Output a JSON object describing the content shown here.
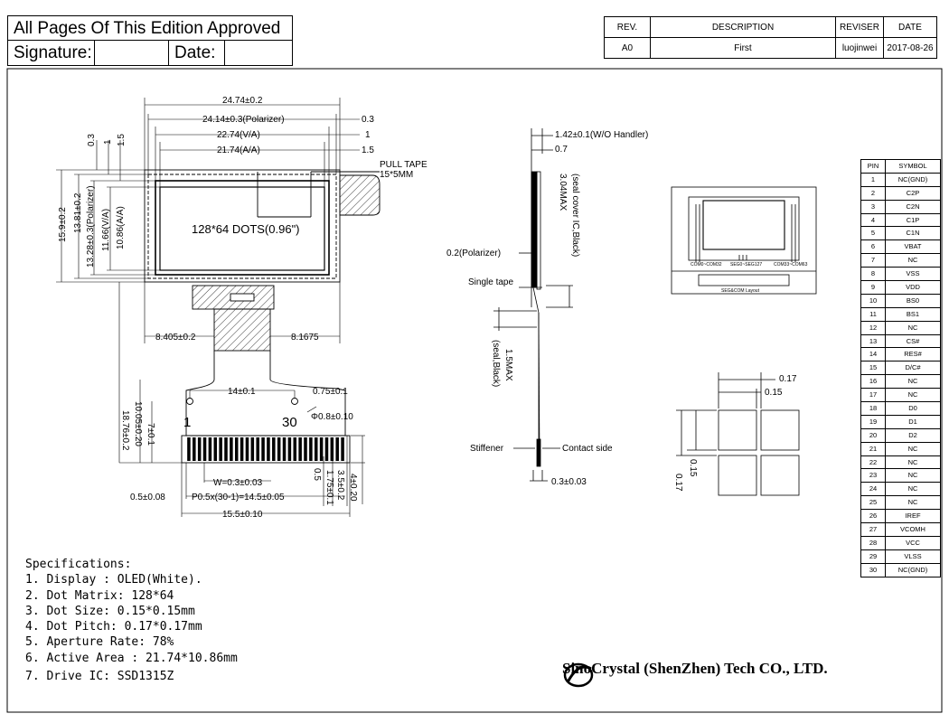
{
  "approval": {
    "title": "All Pages Of This Edition Approved",
    "signature_label": "Signature:",
    "date_label": "Date:"
  },
  "revision_table": {
    "headers": [
      "REV.",
      "DESCRIPTION",
      "REVISER",
      "DATE"
    ],
    "rows": [
      [
        "A0",
        "First",
        "luojinwei",
        "2017-08-26"
      ]
    ]
  },
  "front_view": {
    "dims": {
      "outline_w": "24.74±0.2",
      "polarizer_w": "24.14±0.3(Polarizer)",
      "va_w": "22.74(V/A)",
      "aa_w": "21.74(A/A)",
      "d03": "0.3",
      "d1": "1",
      "d15": "1.5",
      "outline_h": "15.9±0.2",
      "h1381": "13.81±0.2",
      "h1328": "13.28±0.3(Polarizer)",
      "h1166": "11.66(V/A)",
      "h1086": "10.86(A/A)",
      "left_03": "0.3",
      "left_1": "1",
      "left_15": "1.5",
      "fpc_left": "8.405±0.2",
      "fpc_right": "8.1675",
      "total_h": "18.76±0.2",
      "fpc_h": "10.05±0.20",
      "pitch_h": "7±0.1",
      "hole_span": "14±0.1",
      "hole_off": "0.75±0.1",
      "hole_d": "Φ0.8±0.10",
      "pin_w": "W=0.3±0.03",
      "pin_pitch": "P0.5x(30-1)=14.5±0.05",
      "edge_05": "0.5±0.08",
      "fpc_w": "15.5±0.10",
      "finger_05": "0.5",
      "finger_175": "1.75±0.1",
      "finger_35": "3.5±0.2",
      "finger_4": "4±0.20"
    },
    "pull_tape": "PULL TAPE",
    "pull_tape_size": "15*5MM",
    "dots_label": "128*64 DOTS(0.96\")",
    "pin_first": "1",
    "pin_last": "30"
  },
  "side_view": {
    "handler": "1.42±0.1(W/O Handler)",
    "d07": "0.7",
    "seal_top": "3.04MAX",
    "seal_top_desc": "(seal cover IC,Black)",
    "polarizer": "0.2(Polarizer)",
    "single_tape": "Single tape",
    "seal_bottom": "1.5MAX",
    "seal_bottom_desc": "(seal,Black)",
    "stiffener": "Stiffener",
    "contact_side": "Contact side",
    "thickness": "0.3±0.03"
  },
  "layout_box": {
    "caption": "SEG&COM Layout",
    "left_pins": "COM0~COM32",
    "mid_pins": "SEG0~SEG127",
    "right_pins": "COM33~COM63"
  },
  "dot_detail": {
    "pitch_x": "0.17",
    "size_x": "0.15",
    "size_y": "0.15",
    "pitch_y": "0.17"
  },
  "pin_table": {
    "headers": [
      "PIN",
      "SYMBOL"
    ],
    "rows": [
      [
        "1",
        "NC(GND)"
      ],
      [
        "2",
        "C2P"
      ],
      [
        "3",
        "C2N"
      ],
      [
        "4",
        "C1P"
      ],
      [
        "5",
        "C1N"
      ],
      [
        "6",
        "VBAT"
      ],
      [
        "7",
        "NC"
      ],
      [
        "8",
        "VSS"
      ],
      [
        "9",
        "VDD"
      ],
      [
        "10",
        "BS0"
      ],
      [
        "11",
        "BS1"
      ],
      [
        "12",
        "NC"
      ],
      [
        "13",
        "CS#"
      ],
      [
        "14",
        "RES#"
      ],
      [
        "15",
        "D/C#"
      ],
      [
        "16",
        "NC"
      ],
      [
        "17",
        "NC"
      ],
      [
        "18",
        "D0"
      ],
      [
        "19",
        "D1"
      ],
      [
        "20",
        "D2"
      ],
      [
        "21",
        "NC"
      ],
      [
        "22",
        "NC"
      ],
      [
        "23",
        "NC"
      ],
      [
        "24",
        "NC"
      ],
      [
        "25",
        "NC"
      ],
      [
        "26",
        "IREF"
      ],
      [
        "27",
        "VCOMH"
      ],
      [
        "28",
        "VCC"
      ],
      [
        "29",
        "VLSS"
      ],
      [
        "30",
        "NC(GND)"
      ]
    ]
  },
  "specs": {
    "title": "Specifications:",
    "items": [
      "1. Display :  OLED(White).",
      "2. Dot Matrix:  128*64",
      "3. Dot Size:  0.15*0.15mm",
      "4. Dot Pitch:  0.17*0.17mm",
      "5. Aperture Rate:  78%",
      "6. Active Area : 21.74*10.86mm",
      "7. Drive IC: SSD1315Z"
    ]
  },
  "company": "SinoCrystal (ShenZhen) Tech CO., LTD."
}
